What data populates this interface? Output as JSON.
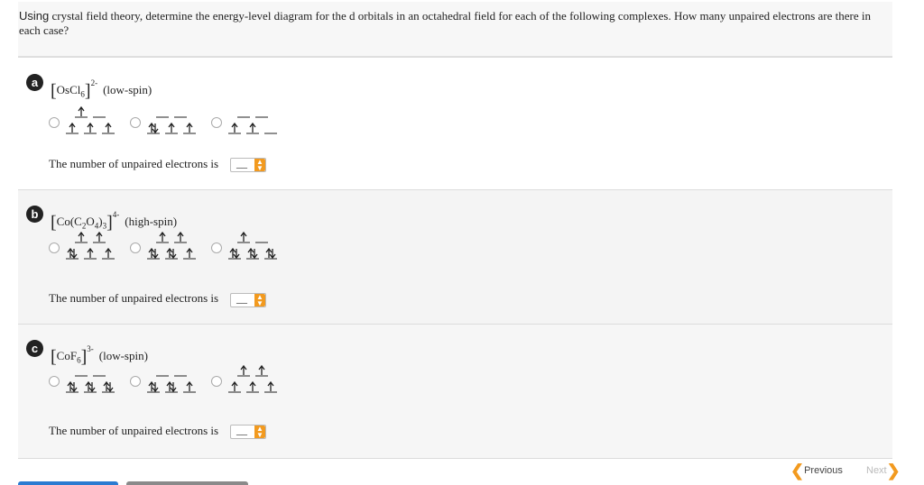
{
  "question": {
    "lead": "Using",
    "text": "crystal field theory, determine the energy-level diagram for the d orbitals in an octahedral field for each of the following complexes. How many unpaired electrons are there in each case?"
  },
  "parts": [
    {
      "letter": "a",
      "formula_main": "OsCl",
      "formula_sub": "6",
      "charge": "2-",
      "spin": "(low-spin)",
      "number_label": "The number of unpaired electrons is",
      "dropdown_value": ""
    },
    {
      "letter": "b",
      "formula_main": "Co(C",
      "formula_sub": "2",
      "formula_mid": "O",
      "formula_sub2": "4",
      "formula_end": ")",
      "formula_sub3": "3",
      "charge": "4-",
      "spin": "(high-spin)",
      "number_label": "The number of unpaired electrons is",
      "dropdown_value": ""
    },
    {
      "letter": "c",
      "formula_main": "CoF",
      "formula_sub": "6",
      "charge": "3-",
      "spin": "(low-spin)",
      "number_label": "The number of unpaired electrons is",
      "dropdown_value": ""
    }
  ],
  "diagrams": {
    "a": [
      {
        "eg": [
          "up",
          "empty"
        ],
        "t2g": [
          "up",
          "up",
          "up"
        ]
      },
      {
        "eg": [
          "empty",
          "empty"
        ],
        "t2g": [
          "pair",
          "up",
          "up"
        ]
      },
      {
        "eg": [
          "empty",
          "empty"
        ],
        "t2g": [
          "up",
          "up",
          "empty"
        ]
      }
    ],
    "b": [
      {
        "eg": [
          "up",
          "up"
        ],
        "t2g": [
          "pair",
          "up",
          "up"
        ]
      },
      {
        "eg": [
          "up",
          "up"
        ],
        "t2g": [
          "pair",
          "pair",
          "up"
        ]
      },
      {
        "eg": [
          "up",
          "empty"
        ],
        "t2g": [
          "pair",
          "pair",
          "pair"
        ]
      }
    ],
    "c": [
      {
        "eg": [
          "empty",
          "empty"
        ],
        "t2g": [
          "pair",
          "pair",
          "pair"
        ]
      },
      {
        "eg": [
          "empty",
          "empty"
        ],
        "t2g": [
          "pair",
          "pair",
          "up"
        ]
      },
      {
        "eg": [
          "up",
          "up"
        ],
        "t2g": [
          "up",
          "up",
          "up"
        ]
      }
    ]
  },
  "nav": {
    "previous": "Previous",
    "next": "Next"
  },
  "colors": {
    "dropdown_button": "#f29a1f",
    "badge": "#222222",
    "primary_button": "#2a7bd1",
    "secondary_button": "#8a8a8a"
  }
}
